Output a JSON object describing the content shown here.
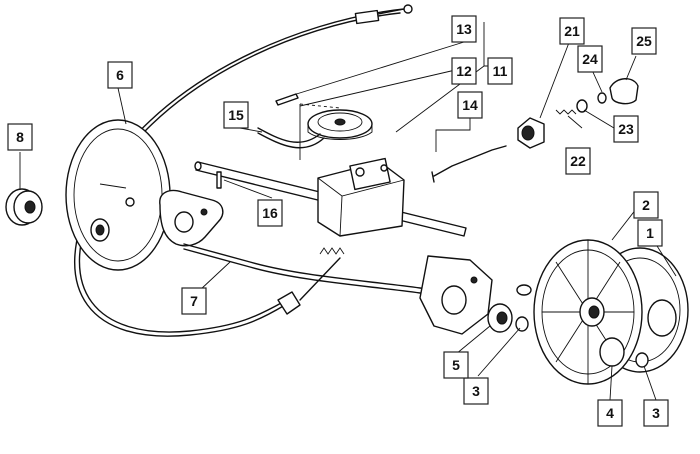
{
  "diagram": {
    "callouts": [
      {
        "label": "1"
      },
      {
        "label": "2"
      },
      {
        "label": "3"
      },
      {
        "label": "3"
      },
      {
        "label": "4"
      },
      {
        "label": "5"
      },
      {
        "label": "6"
      },
      {
        "label": "7"
      },
      {
        "label": "8"
      },
      {
        "label": "11"
      },
      {
        "label": "12"
      },
      {
        "label": "13"
      },
      {
        "label": "14"
      },
      {
        "label": "15"
      },
      {
        "label": "16"
      },
      {
        "label": "21"
      },
      {
        "label": "22"
      },
      {
        "label": "23"
      },
      {
        "label": "24"
      },
      {
        "label": "25"
      }
    ]
  }
}
